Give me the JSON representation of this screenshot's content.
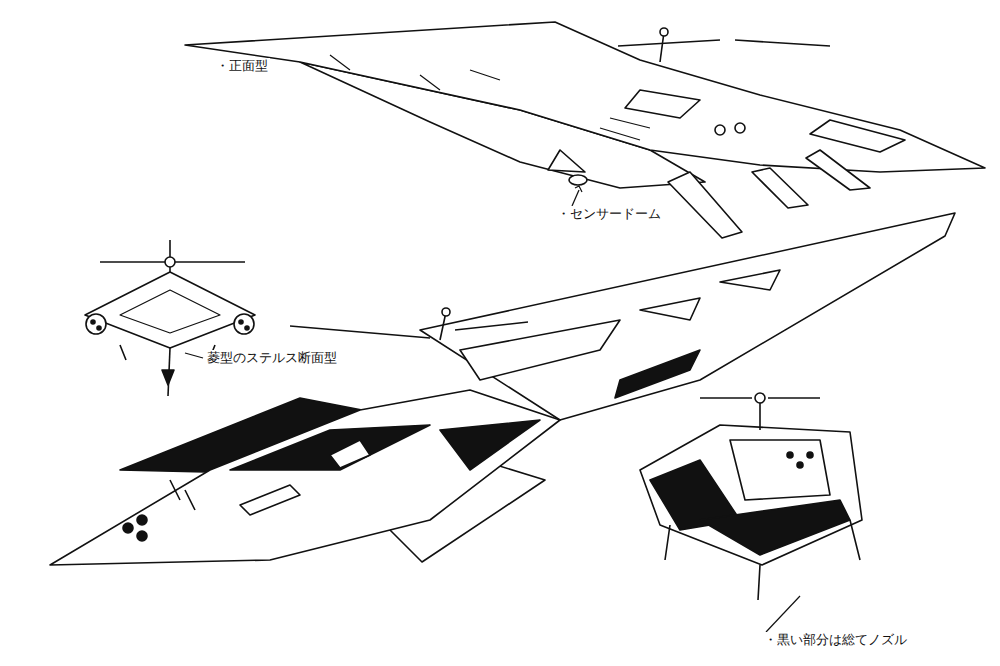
{
  "diagram": {
    "labels": [
      "・センサードーム",
      "・正面型",
      "菱型のステルス断面型",
      "・黒い部分は総てノズル"
    ]
  }
}
